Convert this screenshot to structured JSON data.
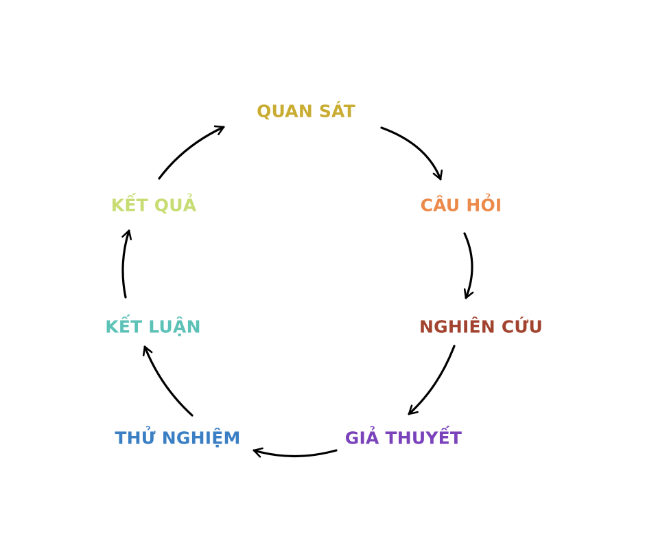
{
  "diagram": {
    "steps": [
      {
        "label": "QUAN SÁT",
        "color": "#c9ac32"
      },
      {
        "label": "CÂU HỎI",
        "color": "#ec8a4c"
      },
      {
        "label": "NGHIÊN CỨU",
        "color": "#a2432f"
      },
      {
        "label": "GIẢ THUYẾT",
        "color": "#7a42bb"
      },
      {
        "label": "THỬ NGHIỆM",
        "color": "#3a7fc4"
      },
      {
        "label": "KẾT LUẬN",
        "color": "#5cc1b6"
      },
      {
        "label": "KẾT QUẢ",
        "color": "#c7dc72"
      }
    ],
    "arrow_color": "#000000"
  }
}
